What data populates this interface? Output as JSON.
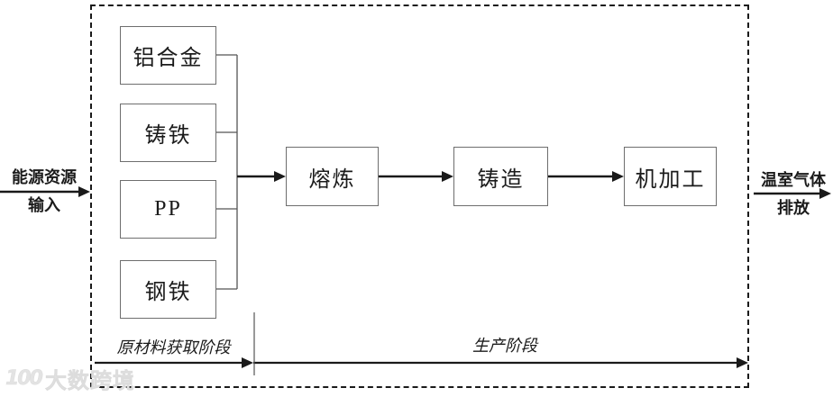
{
  "diagram": {
    "input": {
      "line1": "能源资源",
      "line2": "输入"
    },
    "output": {
      "line1": "温室气体",
      "line2": "排放"
    },
    "materials": [
      "铝合金",
      "铸铁",
      "PP",
      "钢铁"
    ],
    "processes": [
      "熔炼",
      "铸造",
      "机加工"
    ],
    "stages": {
      "raw_material": "原材料获取阶段",
      "production": "生产阶段"
    },
    "watermark": {
      "logo": "100",
      "text": "大数跨境"
    },
    "colors": {
      "line": "#1a1a1a",
      "box_border": "#6e6e6e",
      "text": "#1b1b1b",
      "watermark": "#e3e3e3",
      "background": "#ffffff"
    }
  }
}
